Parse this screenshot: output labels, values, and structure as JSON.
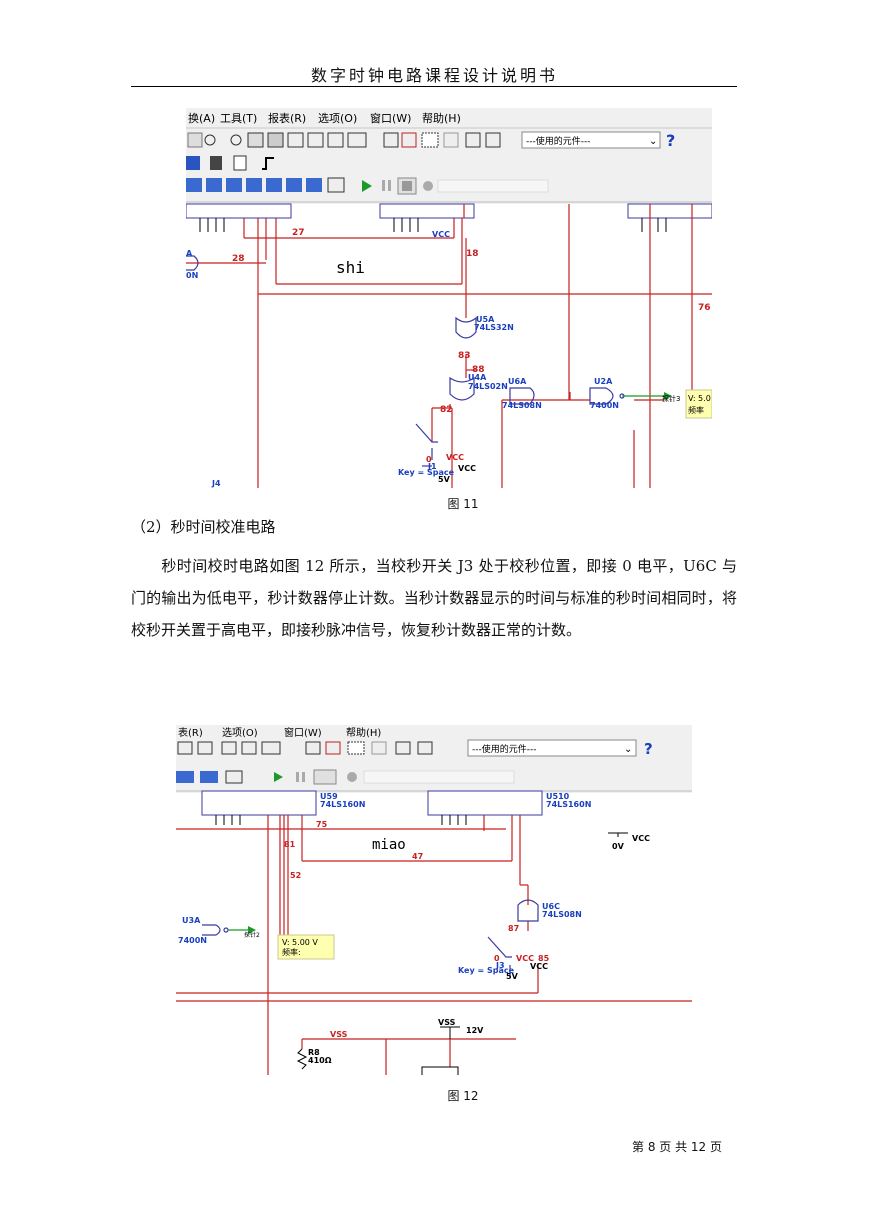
{
  "header": {
    "title": "数字时钟电路课程设计说明书"
  },
  "fig11": {
    "menu": [
      "换(A)",
      "工具(T)",
      "报表(R)",
      "选项(O)",
      "窗口(W)",
      "帮助(H)"
    ],
    "dropdown": "---使用的元件---",
    "help": "?",
    "nets": [
      "27",
      "28",
      "18",
      "83",
      "88",
      "82",
      "76"
    ],
    "title": "shi",
    "gates": {
      "u5a": "U5A",
      "u5a_type": "74LS32N",
      "u4a": "U4A",
      "u4a_type": "74LS02N",
      "u6a": "U6A",
      "u6a_type": "74LS08N",
      "u2a": "U2A",
      "u2a_type": "7400N",
      "ua": "A",
      "un": "0N"
    },
    "vcc_chip": "VCC",
    "probe": {
      "node": "探针3",
      "v": "V: 5.0",
      "freq": "频率"
    },
    "switch": {
      "j": "J1",
      "zero": "0",
      "vcc": "VCC",
      "vcc2": "VCC",
      "key": "Key = Space",
      "v": "5V",
      "j4": "J4"
    },
    "caption": "图 11"
  },
  "section": {
    "heading": "（2）秒时间校准电路"
  },
  "paragraph": "秒时间校时电路如图 12 所示，当校秒开关 J3 处于校秒位置，即接 0 电平，U6C 与门的输出为低电平，秒计数器停止计数。当秒计数器显示的时间与标准的秒时间相同时，将校秒开关置于高电平，即接秒脉冲信号，恢复秒计数器正常的计数。",
  "fig12": {
    "menu": [
      "表(R)",
      "选项(O)",
      "窗口(W)",
      "帮助(H)"
    ],
    "dropdown": "---使用的元件---",
    "help": "?",
    "chips": [
      {
        "ref": "U59",
        "type": "74LS160N"
      },
      {
        "ref": "U510",
        "type": "74LS160N"
      }
    ],
    "nets": [
      "75",
      "81",
      "47",
      "52",
      "87"
    ],
    "title": "miao",
    "vcc_top": "VCC",
    "v0": "0V",
    "u6c": "U6C",
    "u6c_type": "74LS08N",
    "u3a": "U3A",
    "u3a_type": "7400N",
    "probe": {
      "node": "探针2",
      "v": "V: 5.00 V",
      "freq": "频率:"
    },
    "switch": {
      "zero": "0",
      "vcc": "VCC",
      "n": "85",
      "j": "J3",
      "key": "Key = Space",
      "vcc2": "VCC",
      "v": "5V"
    },
    "vss": {
      "label": "VSS",
      "v": "12V",
      "net": "VSS"
    },
    "r": {
      "ref": "R8",
      "val": "410Ω"
    },
    "caption": "图 12"
  },
  "footer": {
    "page": "第 8 页 共 12 页"
  }
}
